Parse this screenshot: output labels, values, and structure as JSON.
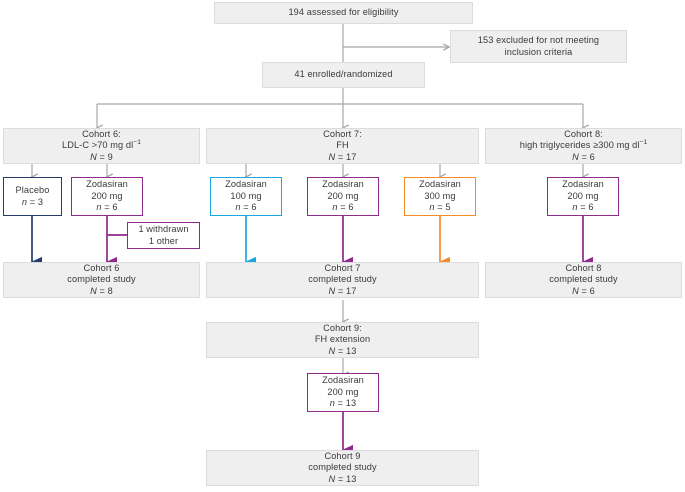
{
  "diagram": {
    "title": "Clinical trial participant flow diagram",
    "colors": {
      "box_fill": "#efefef",
      "box_border": "#dcdcdc",
      "text": "#3a3a3a",
      "connector_grey": "#a8a8a8",
      "navy": "#243c6c",
      "purple": "#8e2a8b",
      "cyan": "#1ca7e0",
      "orange": "#f58a26"
    }
  },
  "nodes": {
    "assessed": {
      "lines": [
        "194 assessed for eligibility"
      ]
    },
    "excluded": {
      "lines": [
        "153 excluded for not meeting",
        "inclusion criteria"
      ]
    },
    "enrolled": {
      "lines": [
        "41 enrolled/randomized"
      ]
    },
    "cohort6": {
      "line1": "Cohort 6:",
      "line2_pre": "LDL-C >70 mg dl",
      "line2_sup": "−1",
      "line3_label": "N",
      "line3_value": "= 9"
    },
    "cohort7": {
      "line1": "Cohort 7:",
      "line2": "FH",
      "line3_label": "N",
      "line3_value": "= 17"
    },
    "cohort8": {
      "line1": "Cohort 8:",
      "line2_pre": "high triglycerides ≥300 mg dl",
      "line2_sup": "−1",
      "line3_label": "N",
      "line3_value": "= 6"
    },
    "c6_placebo": {
      "drug": "Placebo",
      "n_label": "n",
      "n_value": "= 3",
      "color": "navy"
    },
    "c6_zoda200": {
      "drug": "Zodasiran",
      "dose": "200 mg",
      "n_label": "n",
      "n_value": "= 6",
      "color": "purple"
    },
    "c6_withdrawn": {
      "line1": "1 withdrawn",
      "line2": "1 other",
      "color": "purple"
    },
    "c7_zoda100": {
      "drug": "Zodasiran",
      "dose": "100 mg",
      "n_label": "n",
      "n_value": "= 6",
      "color": "cyan"
    },
    "c7_zoda200": {
      "drug": "Zodasiran",
      "dose": "200 mg",
      "n_label": "n",
      "n_value": "= 6",
      "color": "purple"
    },
    "c7_zoda300": {
      "drug": "Zodasiran",
      "dose": "300 mg",
      "n_label": "n",
      "n_value": "= 5",
      "color": "orange"
    },
    "c8_zoda200": {
      "drug": "Zodasiran",
      "dose": "200 mg",
      "n_label": "n",
      "n_value": "= 6",
      "color": "purple"
    },
    "c6_completed": {
      "line1": "Cohort 6",
      "line2": "completed study",
      "n_label": "N",
      "n_value": "= 8"
    },
    "c7_completed": {
      "line1": "Cohort 7",
      "line2": "completed study",
      "n_label": "N",
      "n_value": "= 17"
    },
    "c8_completed": {
      "line1": "Cohort 8",
      "line2": "completed study",
      "n_label": "N",
      "n_value": "= 6"
    },
    "cohort9": {
      "line1": "Cohort 9:",
      "line2": "FH extension",
      "n_label": "N",
      "n_value": "= 13"
    },
    "c9_zoda200": {
      "drug": "Zodasiran",
      "dose": "200 mg",
      "n_label": "n",
      "n_value": "= 13",
      "color": "purple"
    },
    "c9_completed": {
      "line1": "Cohort 9",
      "line2": "completed study",
      "n_label": "N",
      "n_value": "= 13"
    }
  }
}
